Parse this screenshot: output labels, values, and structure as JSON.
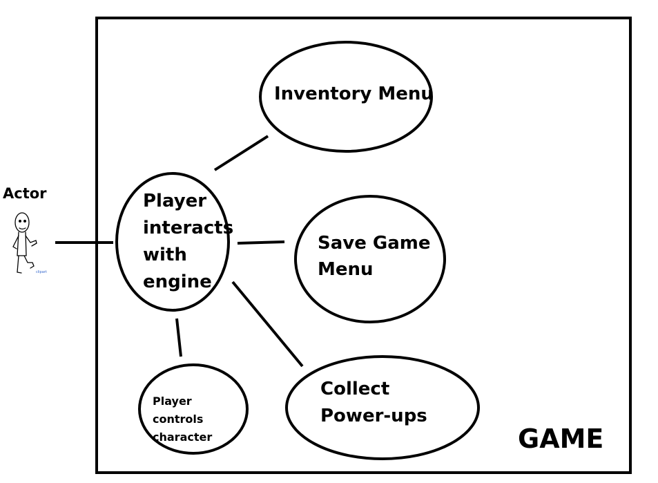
{
  "actor": {
    "label": "Actor",
    "icon": "stick-figure-actor-icon",
    "caption": "clipart"
  },
  "system": {
    "label": "GAME"
  },
  "use_cases": {
    "engine": "Player\ninteracts\nwith\nengine",
    "inventory": "Inventory Menu",
    "save_game": "Save Game\nMenu",
    "powerups": "Collect\nPower-ups",
    "controls": "Player\ncontrols\ncharacter"
  },
  "colors": {
    "stroke": "#000000",
    "background": "#ffffff",
    "caption": "#3366cc"
  }
}
